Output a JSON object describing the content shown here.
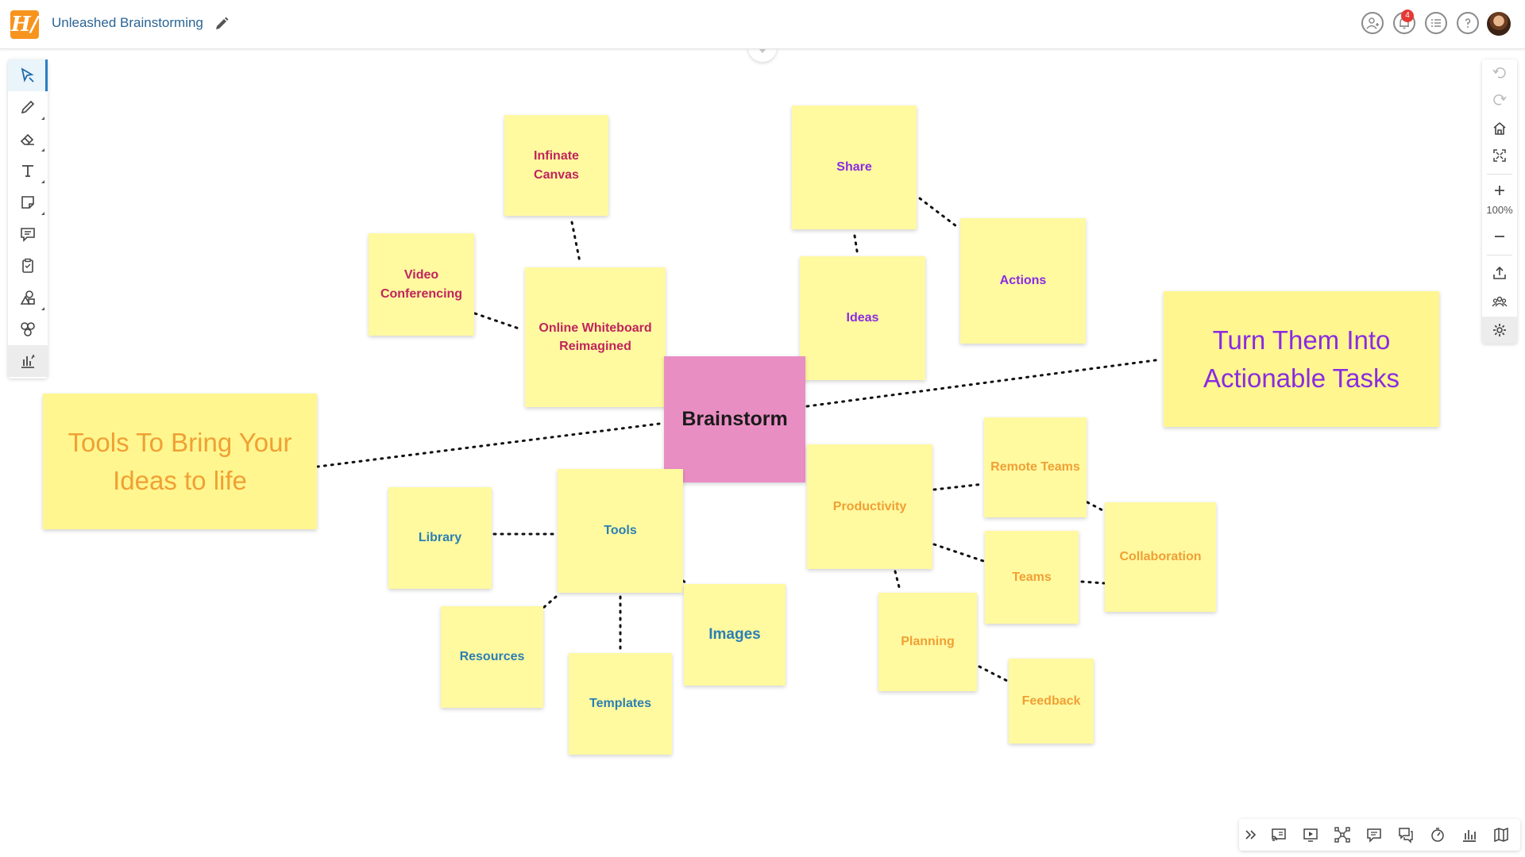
{
  "app": {
    "logo_glyph": "H/",
    "board_title": "Unleashed Brainstorming",
    "notification_count": "4"
  },
  "toolbar": {
    "zoom": "100%",
    "left_tools": [
      "select-pointer",
      "pen",
      "eraser",
      "text",
      "sticky-note",
      "comment",
      "clipboard",
      "shapes",
      "templates",
      "charts"
    ],
    "right_tools": [
      "undo",
      "redo",
      "home",
      "fit-screen",
      "zoom-in",
      "zoom-out",
      "export",
      "participants",
      "settings"
    ],
    "bottom_tools": [
      "expand",
      "cast",
      "present",
      "mind-map",
      "chat",
      "comments",
      "timer",
      "poll",
      "map"
    ]
  },
  "notes": {
    "brainstorm": "Brainstorm",
    "infinite_canvas": "Infinate Canvas",
    "video_conferencing": "Video Conferencing",
    "online_whiteboard": "Online Whiteboard Reimagined",
    "share": "Share",
    "actions": "Actions",
    "ideas": "Ideas",
    "turn_tasks": "Turn Them Into Actionable Tasks",
    "tools_bring": "Tools To Bring Your Ideas to life",
    "library": "Library",
    "tools": "Tools",
    "resources": "Resources",
    "templates": "Templates",
    "images": "Images",
    "productivity": "Productivity",
    "remote_teams": "Remote Teams",
    "collaboration": "Collaboration",
    "teams": "Teams",
    "planning": "Planning",
    "feedback": "Feedback"
  },
  "colors": {
    "sticky_yellow": "#fff9a0",
    "center_pink": "#e98ec3",
    "text_red": "#c0245c",
    "text_purple": "#8a2be2",
    "text_blue": "#2b7fb3",
    "text_orange": "#f0a035",
    "accent": "#2a7fc1"
  }
}
